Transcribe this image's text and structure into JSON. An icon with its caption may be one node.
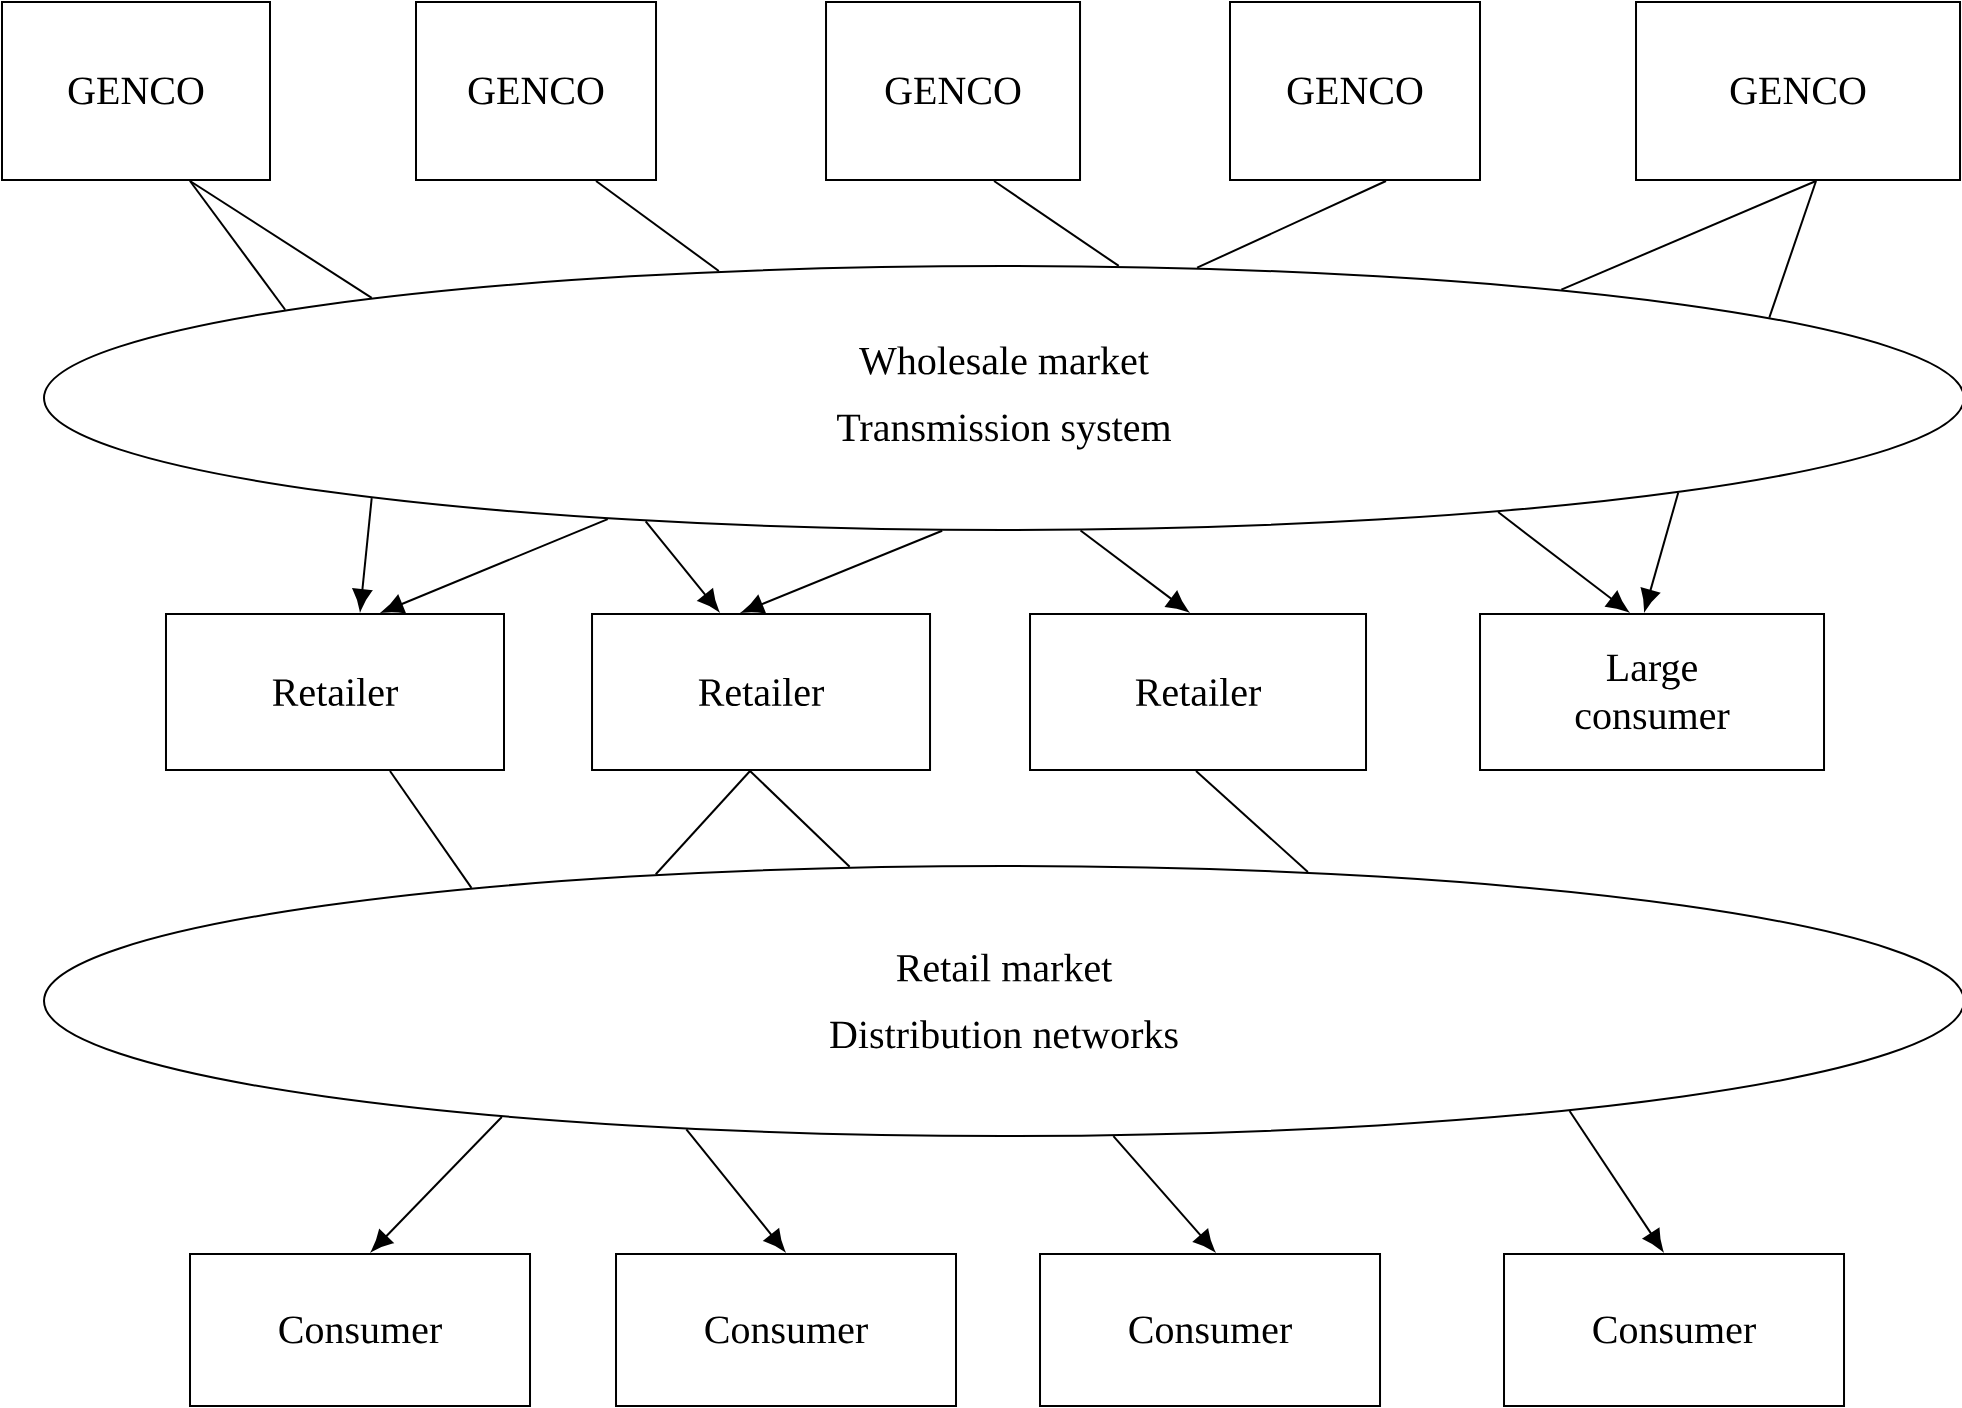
{
  "diagram": {
    "nodes": [
      {
        "text": [
          "GENCO"
        ]
      },
      {
        "text": [
          "GENCO"
        ]
      },
      {
        "text": [
          "GENCO"
        ]
      },
      {
        "text": [
          "GENCO"
        ]
      },
      {
        "text": [
          "GENCO"
        ]
      },
      {
        "text": [
          "Wholesale market",
          "Transmission system"
        ]
      },
      {
        "text": [
          "Retailer"
        ]
      },
      {
        "text": [
          "Retailer"
        ]
      },
      {
        "text": [
          "Retailer"
        ]
      },
      {
        "text": [
          "Large consumer"
        ]
      },
      {
        "text": [
          "Retail market",
          "Distribution networks"
        ]
      },
      {
        "text": [
          "Consumer"
        ]
      },
      {
        "text": [
          "Consumer"
        ]
      },
      {
        "text": [
          "Consumer"
        ]
      },
      {
        "text": [
          "Consumer"
        ]
      }
    ],
    "edges": [
      {
        "from": 0,
        "to": 5,
        "arrow": "none"
      },
      {
        "from": 0,
        "to": 5,
        "arrow": "none"
      },
      {
        "from": 1,
        "to": 5,
        "arrow": "none"
      },
      {
        "from": 2,
        "to": 5,
        "arrow": "none"
      },
      {
        "from": 3,
        "to": 5,
        "arrow": "none"
      },
      {
        "from": 4,
        "to": 5,
        "arrow": "none"
      },
      {
        "from": 4,
        "to": 5,
        "arrow": "none"
      },
      {
        "from": 5,
        "to": 6,
        "arrow": "to"
      },
      {
        "from": 5,
        "to": 6,
        "arrow": "to"
      },
      {
        "from": 5,
        "to": 7,
        "arrow": "to"
      },
      {
        "from": 5,
        "to": 7,
        "arrow": "to"
      },
      {
        "from": 5,
        "to": 8,
        "arrow": "to"
      },
      {
        "from": 5,
        "to": 9,
        "arrow": "to"
      },
      {
        "from": 5,
        "to": 9,
        "arrow": "to"
      },
      {
        "from": 6,
        "to": 10,
        "arrow": "none"
      },
      {
        "from": 7,
        "to": 10,
        "arrow": "none"
      },
      {
        "from": 7,
        "to": 10,
        "arrow": "none"
      },
      {
        "from": 8,
        "to": 10,
        "arrow": "none"
      },
      {
        "from": 10,
        "to": 11,
        "arrow": "to"
      },
      {
        "from": 10,
        "to": 12,
        "arrow": "to"
      },
      {
        "from": 10,
        "to": 13,
        "arrow": "to"
      },
      {
        "from": 10,
        "to": 14,
        "arrow": "to"
      }
    ]
  }
}
